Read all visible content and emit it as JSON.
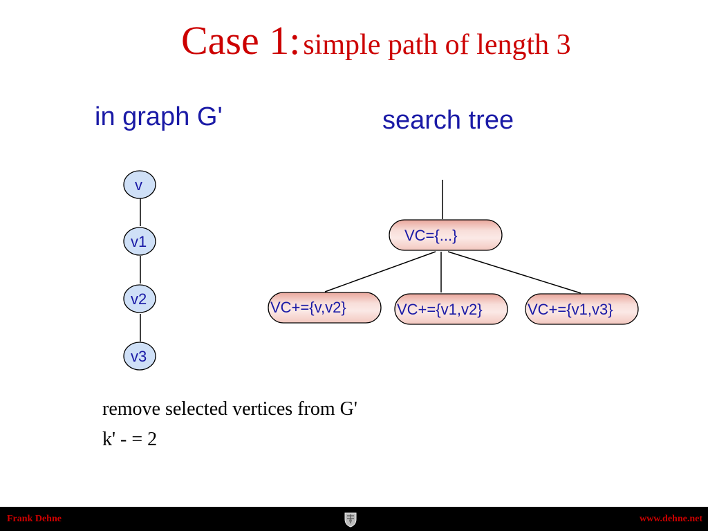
{
  "title": {
    "main": "Case 1:",
    "sub": "simple path of length 3"
  },
  "headings": {
    "graph": "in graph G'",
    "tree": "search tree"
  },
  "graph": {
    "vertices": [
      "v",
      "v1",
      "v2",
      "v3"
    ]
  },
  "tree": {
    "root": "VC={...}",
    "children": [
      "VC+={v,v2}",
      "VC+={v1,v2}",
      "VC+={v1,v3}"
    ]
  },
  "notes": {
    "line1": "remove selected vertices from G'",
    "line2": "k' - = 2"
  },
  "footer": {
    "left": "Frank Dehne",
    "right": "www.dehne.net",
    "logo_icon": "crest-icon"
  },
  "colors": {
    "title": "#cc0000",
    "heading": "#1a1aa6",
    "vertex_fill": "#cfe0f7",
    "pill_fill": "#f7d9d4",
    "footer_bg": "#000000",
    "footer_text": "#cc0000"
  }
}
